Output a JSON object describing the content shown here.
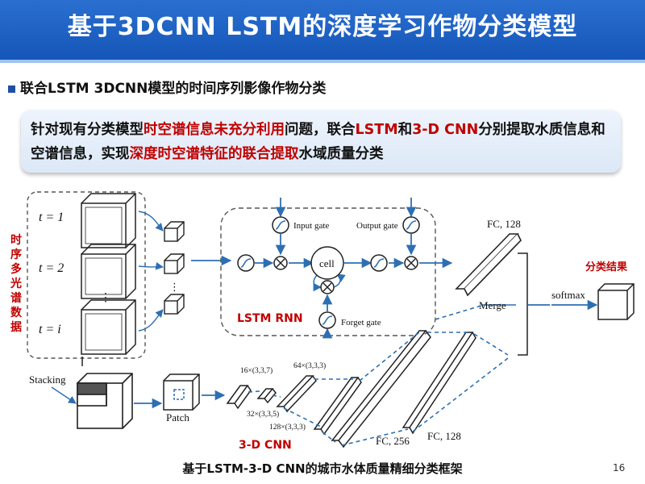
{
  "slide": {
    "title": "基于3DCNN LSTM的深度学习作物分类模型",
    "subheading": "联合LSTM 3DCNN模型的时间序列影像作物分类",
    "callout": {
      "p1": "针对现有分类模型",
      "h1": "时空谱信息未充分利用",
      "p2": "问题，联合",
      "h2": "LSTM",
      "p3": "和",
      "h3": "3-D CNN",
      "p4": "分别提取水质信息和空谱信息，实现",
      "h4": "深度时空谱特征的联合提取",
      "p5": "水域质量分类"
    },
    "caption": "基于LSTM-3-D CNN的城市水体质量精细分类框架",
    "page_number": "16"
  },
  "diagram": {
    "side_label": [
      "时",
      "序",
      "多",
      "光",
      "谱",
      "数",
      "据"
    ],
    "time_labels": [
      "t = 1",
      "t = 2",
      "t = i"
    ],
    "ellipsis": "⋮",
    "stacking": "Stacking",
    "patch": "Patch",
    "lstm": {
      "label": "LSTM RNN",
      "cell": "cell",
      "input_gate": "Input gate",
      "output_gate": "Output gate",
      "forget_gate": "Forget gate"
    },
    "cnn": {
      "label": "3-D CNN",
      "layers": [
        "16×(3,3,7)",
        "32×(3,3,5)",
        "64×(3,3,3)",
        "128×(3,3,3)"
      ],
      "fc1": "FC, 256",
      "fc2": "FC, 128"
    },
    "fc_top": "FC, 128",
    "merge": "Merge",
    "softmax": "softmax",
    "result": "分类结果"
  },
  "colors": {
    "brand": "#1a5fc4",
    "accent": "#c00000",
    "flow": "#2e6fb3"
  }
}
